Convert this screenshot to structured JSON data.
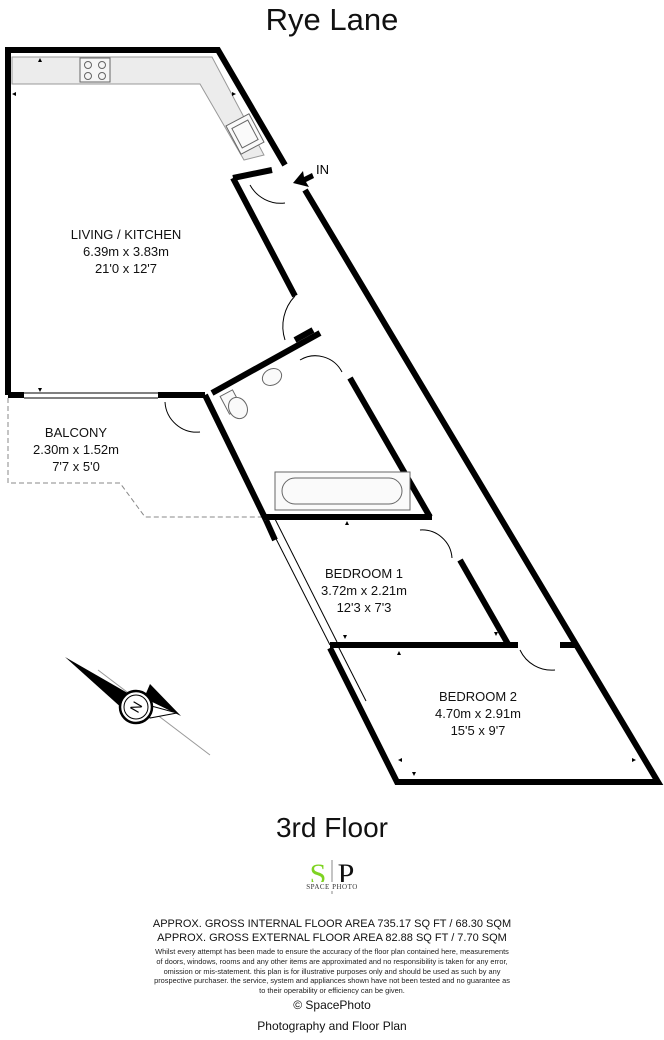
{
  "street": "Rye Lane",
  "entrance_label": "IN",
  "rooms": {
    "living_kitchen": {
      "name": "LIVING / KITCHEN",
      "metric": "6.39m x 3.83m",
      "imperial": "21'0 x 12'7"
    },
    "balcony": {
      "name": "BALCONY",
      "metric": "2.30m x 1.52m",
      "imperial": "7'7 x 5'0"
    },
    "bedroom1": {
      "name": "BEDROOM 1",
      "metric": "3.72m x 2.21m",
      "imperial": "12'3 x 7'3"
    },
    "bedroom2": {
      "name": "BEDROOM 2",
      "metric": "4.70m x 2.91m",
      "imperial": "15'5 x 9'7"
    }
  },
  "compass_letter": "N",
  "floor": "3rd Floor",
  "logo": {
    "letters": "SP",
    "text": "SPACE PHOTO",
    "accent": "#7ed321"
  },
  "area_internal": "APPROX. GROSS INTERNAL FLOOR AREA 735.17 SQ FT / 68.30 SQM",
  "area_external": "APPROX. GROSS EXTERNAL FLOOR AREA 82.88 SQ FT / 7.70 SQM",
  "disclaimer": "Whilst every attempt has been made to ensure the accuracy of the floor plan contained here, measurements of doors, windows, rooms and any other items are approximated and no responsibility is taken for any error, omission or mis-statement. this plan is for illustrative purposes only and should be used as such by any prospective purchaser. the service, system and appliances shown have not been tested and no guarantee as to their operability or efficiency can be given.",
  "copyright": "© SpacePhoto",
  "credit": "Photography and Floor Plan"
}
